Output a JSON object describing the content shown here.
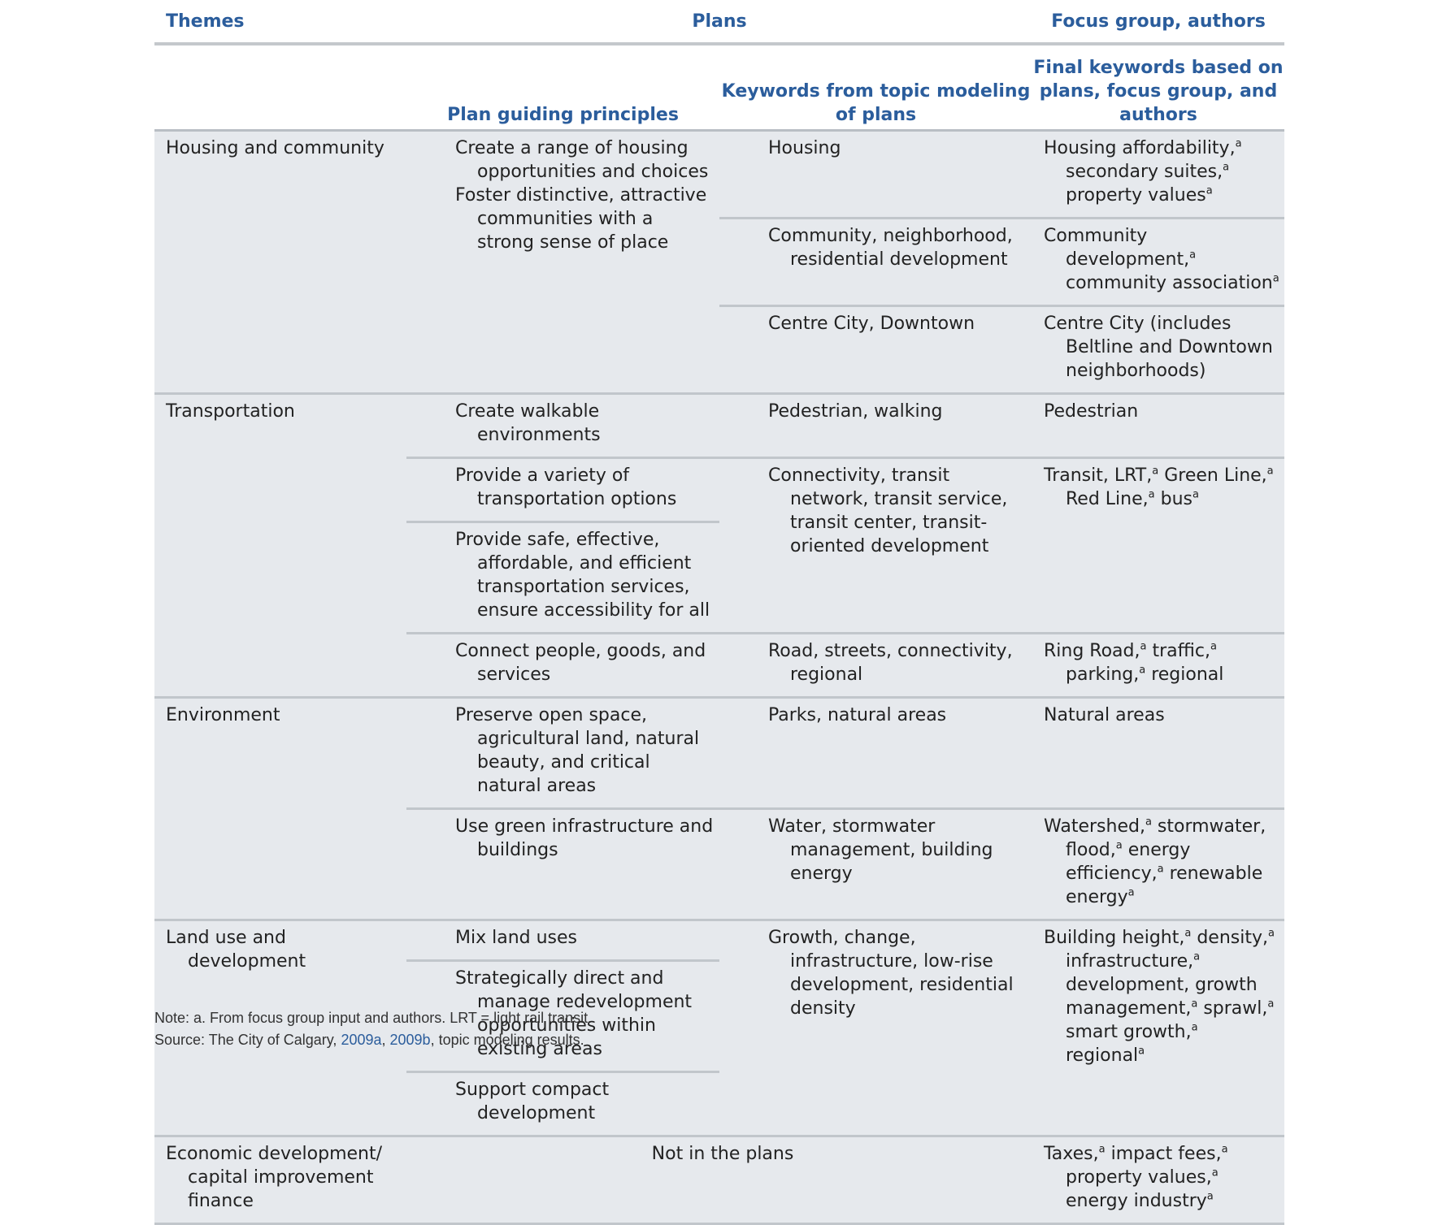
{
  "headers": {
    "themes": "Themes",
    "plans": "Plans",
    "focus": "Focus group, authors",
    "principles": "Plan guiding principles",
    "keywords": "Keywords from topic modeling of plans",
    "final": "Final keywords based on plans, focus group, and authors"
  },
  "sup_mark": "a",
  "rows": {
    "housing": {
      "theme": "Housing and community",
      "principle_1": "Create a range of housing opportunities and choices",
      "principle_2": "Foster distinctive, attractive communities with a strong sense of place",
      "kw_1": "Housing",
      "final_1_parts": [
        "Housing affordability,",
        "secondary suites,",
        "property values"
      ],
      "kw_2": "Community, neighborhood, residential development",
      "final_2_parts": [
        "Community development,",
        "community association"
      ],
      "kw_3": "Centre City, Downtown",
      "final_3": "Centre City (includes Beltline and Downtown neighborhoods)"
    },
    "transportation": {
      "theme": "Transportation",
      "principle_1": "Create walkable environments",
      "kw_1": "Pedestrian, walking",
      "final_1": "Pedestrian",
      "principle_2": "Provide a variety of transportation options",
      "kw_2": "Connectivity, transit network, transit service, transit center, transit-oriented development",
      "final_2_parts": [
        "Transit, LRT,",
        " Green Line,",
        " Red Line,",
        " bus"
      ],
      "principle_3": "Provide safe, effective, affordable, and efficient transportation services, ensure accessibility for all",
      "principle_4": "Connect people, goods, and services",
      "kw_4": "Road, streets, connectivity, regional",
      "final_4_parts": [
        "Ring Road,",
        " traffic,",
        " parking,",
        " regional"
      ]
    },
    "environment": {
      "theme": "Environment",
      "principle_1": "Preserve open space, agricultural land, natural beauty, and critical natural areas",
      "kw_1": "Parks, natural areas",
      "final_1": "Natural areas",
      "principle_2": "Use green infrastructure and buildings",
      "kw_2": "Water, stormwater management, building energy",
      "final_2_parts": [
        "Watershed,",
        " stormwater, flood,",
        " energy efficiency,",
        " renewable energy"
      ]
    },
    "landuse": {
      "theme": "Land use and development",
      "principle_1": "Mix land uses",
      "kw_1": "Growth, change, infrastructure, low-rise development, residential density",
      "final_1_parts": [
        "Building height,",
        " density,",
        " infrastructure,",
        " development, growth management,",
        " sprawl,",
        " smart growth,",
        " regional"
      ],
      "principle_2": "Strategically direct and manage redevelopment opportunities within existing areas",
      "principle_3": "Support compact development"
    },
    "economic": {
      "theme": "Economic development/ capital improvement finance",
      "plans": "Not in the plans",
      "final_parts": [
        "Taxes,",
        " impact fees,",
        " property values,",
        " energy industry"
      ]
    }
  },
  "notes": {
    "note": "Note: a. From focus group input and authors. LRT = light rail transit.",
    "source_prefix": "Source: The City of Calgary, ",
    "link_1": "2009a",
    "sep": ", ",
    "link_2": "2009b",
    "source_suffix": ", topic modeling results."
  }
}
